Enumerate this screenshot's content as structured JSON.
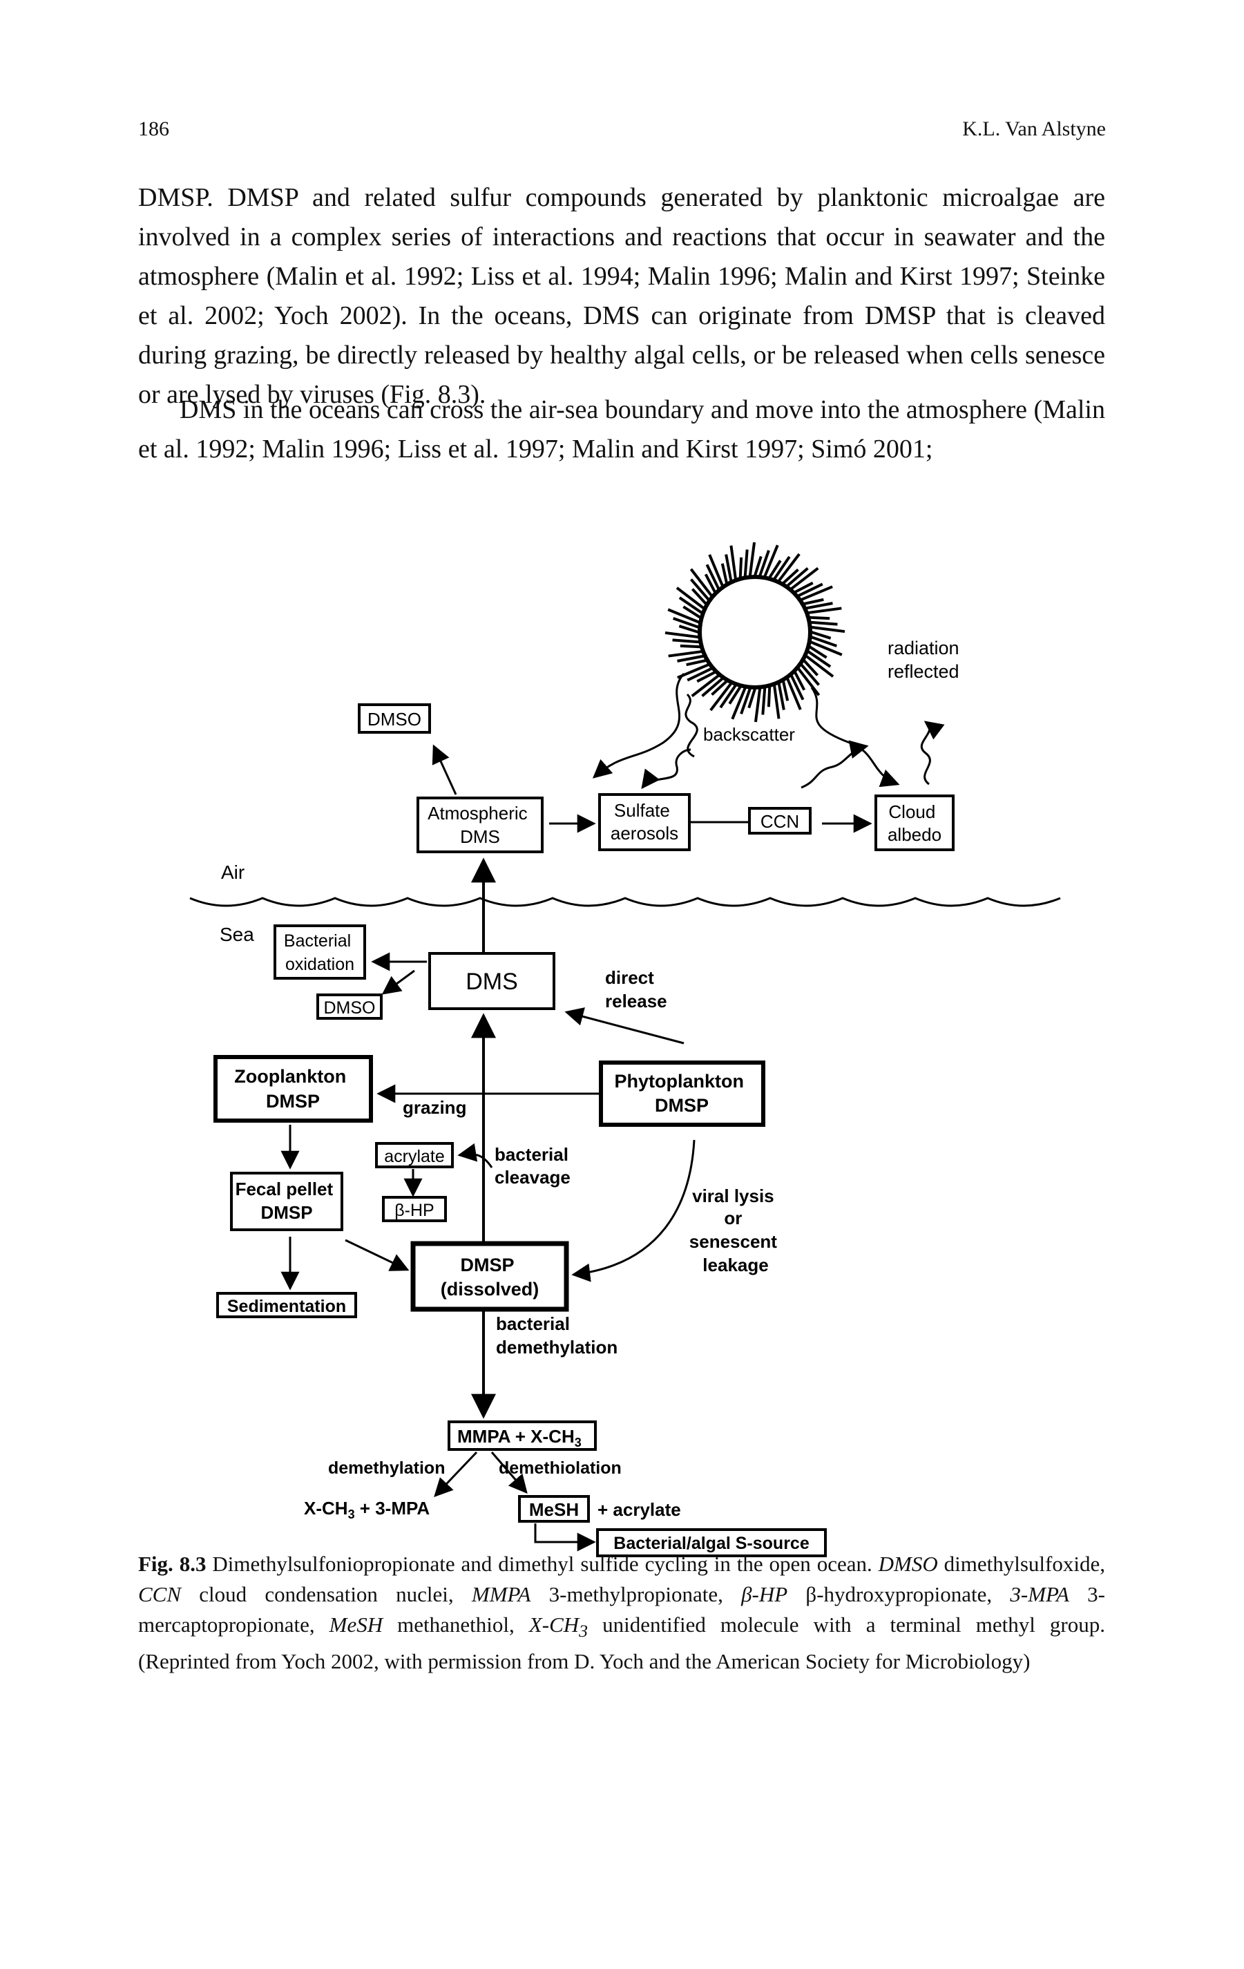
{
  "header": {
    "page_number": "186",
    "author": "K.L. Van Alstyne"
  },
  "paragraphs": [
    "DMSP. DMSP and related sulfur compounds generated by planktonic microalgae are involved in a complex series of interactions and reactions that occur in seawater and the atmosphere (Malin et al. 1992; Liss et al. 1994; Malin 1996; Malin and Kirst 1997; Steinke et al. 2002; Yoch 2002). In the oceans, DMS can originate from DMSP that is cleaved during grazing, be directly released by healthy algal cells, or be released when cells senesce or are lysed by viruses (Fig. 8.3).",
    "DMS in the oceans can cross the air-sea boundary and move into the atmosphere (Malin et al. 1992; Malin 1996; Liss et al. 1997; Malin and Kirst 1997; Simó 2001;"
  ],
  "figure": {
    "dmso_top": "DMSO",
    "atmospheric_dms": [
      "Atmospheric",
      "DMS"
    ],
    "sulfate_aerosols": [
      "Sulfate",
      "aerosols"
    ],
    "ccn": "CCN",
    "cloud_albedo": [
      "Cloud",
      "albedo"
    ],
    "backscatter": "backscatter",
    "radiation_reflected": [
      "radiation",
      "reflected"
    ],
    "air": "Air",
    "sea": "Sea",
    "bacterial_oxidation": [
      "Bacterial",
      "oxidation"
    ],
    "dmso_sea": "DMSO",
    "dms": "DMS",
    "direct_release": [
      "direct",
      "release"
    ],
    "zooplankton": [
      "Zooplankton",
      "DMSP"
    ],
    "grazing": "grazing",
    "phytoplankton": [
      "Phytoplankton",
      "DMSP"
    ],
    "acrylate": "acrylate",
    "bacterial_cleavage": [
      "bacterial",
      "cleavage"
    ],
    "b_hp": "β-HP",
    "fecal_pellet": [
      "Fecal pellet",
      "DMSP"
    ],
    "viral_lysis": [
      "viral lysis",
      "or",
      "senescent",
      "leakage"
    ],
    "dmsp_dissolved": [
      "DMSP",
      "(dissolved)"
    ],
    "sedimentation": "Sedimentation",
    "bacterial_demethylation": [
      "bacterial",
      "demethylation"
    ],
    "mmpa": "MMPA + X-CH",
    "mmpa_sub": "3",
    "demethylation": "demethylation",
    "demethiolation": "demethiolation",
    "xch3_3mpa": "X-CH",
    "xch3_3mpa_sub": "3",
    "xch3_3mpa_rest": " + 3-MPA",
    "mesh": "MeSH",
    "plus_acrylate": "+ acrylate",
    "sulfur_source": "Bacterial/algal S-source"
  },
  "caption": {
    "label": "Fig. 8.3",
    "t1": " Dimethylsulfoniopropionate and dimethyl sulfide cycling in the open ocean. ",
    "i_dmso": "DMSO",
    "t2": " dimethylsulfoxide, ",
    "i_ccn": "CCN",
    "t3": " cloud condensation nuclei, ",
    "i_mmpa": "MMPA",
    "t4": " 3-methylpropionate, ",
    "i_bhp": "β-HP",
    "t5": " β-hydroxypropionate, ",
    "i_3mpa": "3-MPA",
    "t6": " 3-mercaptopropionate, ",
    "i_mesh": "MeSH",
    "t7": " methanethiol, ",
    "i_xch3": "X-CH",
    "i_xch3_sub": "3",
    "t8": " unidentified molecule with a terminal methyl group. (Reprinted from Yoch 2002, with permission from D. Yoch and the American Society for Microbiology)"
  }
}
